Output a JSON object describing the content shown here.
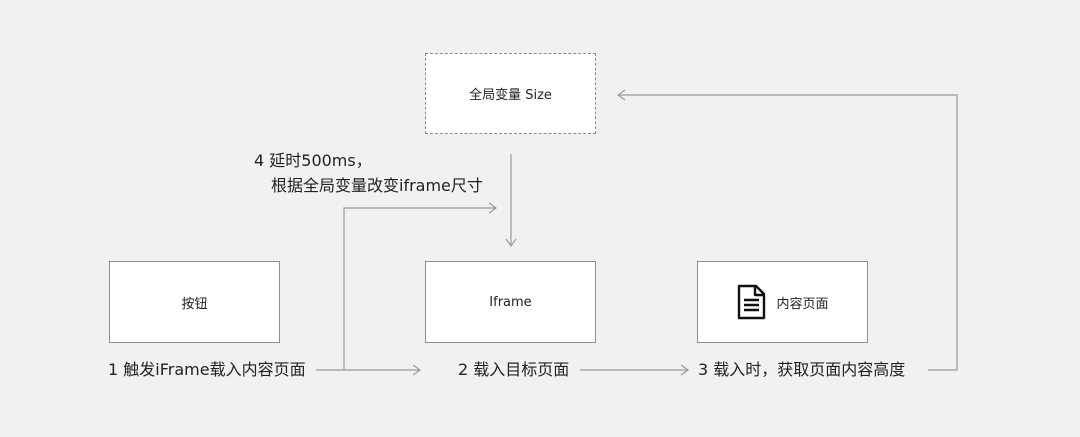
{
  "boxes": {
    "global": "全局变量 Size",
    "button": "按钮",
    "iframe": "Iframe",
    "content": "内容页面"
  },
  "steps": {
    "s1": "1 触发iFrame载入内容页面",
    "s2": "2 载入目标页面",
    "s3": "3 载入时，获取页面内容高度",
    "s4_line1": "4 延时500ms，",
    "s4_line2": "根据全局变量改变iframe尺寸"
  },
  "icons": {
    "content": "document-icon"
  },
  "colors": {
    "background": "#f1f1f1",
    "line": "#9a9a9a",
    "border": "#8f8f8f"
  }
}
